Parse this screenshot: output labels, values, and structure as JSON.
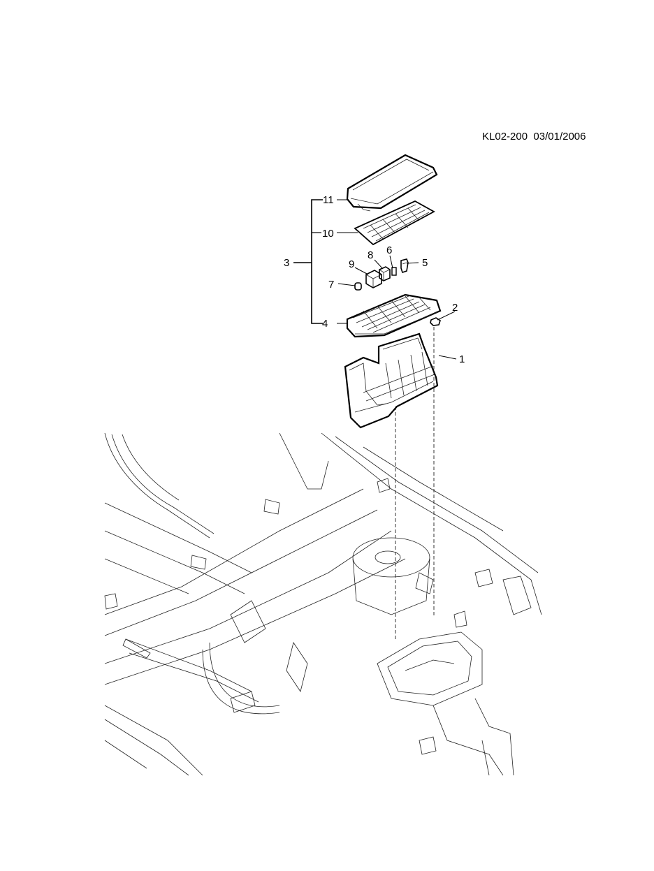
{
  "header": {
    "drawing_code": "KL02-200",
    "date": "03/01/2006"
  },
  "callouts": [
    {
      "number": "1",
      "part": "fuse-block-bracket"
    },
    {
      "number": "2",
      "part": "clip"
    },
    {
      "number": "3",
      "part": "fuse-block-assembly"
    },
    {
      "number": "4",
      "part": "fuse-block"
    },
    {
      "number": "5",
      "part": "fuse-large"
    },
    {
      "number": "6",
      "part": "fuse-mini"
    },
    {
      "number": "7",
      "part": "diode"
    },
    {
      "number": "8",
      "part": "relay-micro"
    },
    {
      "number": "9",
      "part": "relay-mini"
    },
    {
      "number": "10",
      "part": "label"
    },
    {
      "number": "11",
      "part": "fuse-block-cover"
    }
  ]
}
